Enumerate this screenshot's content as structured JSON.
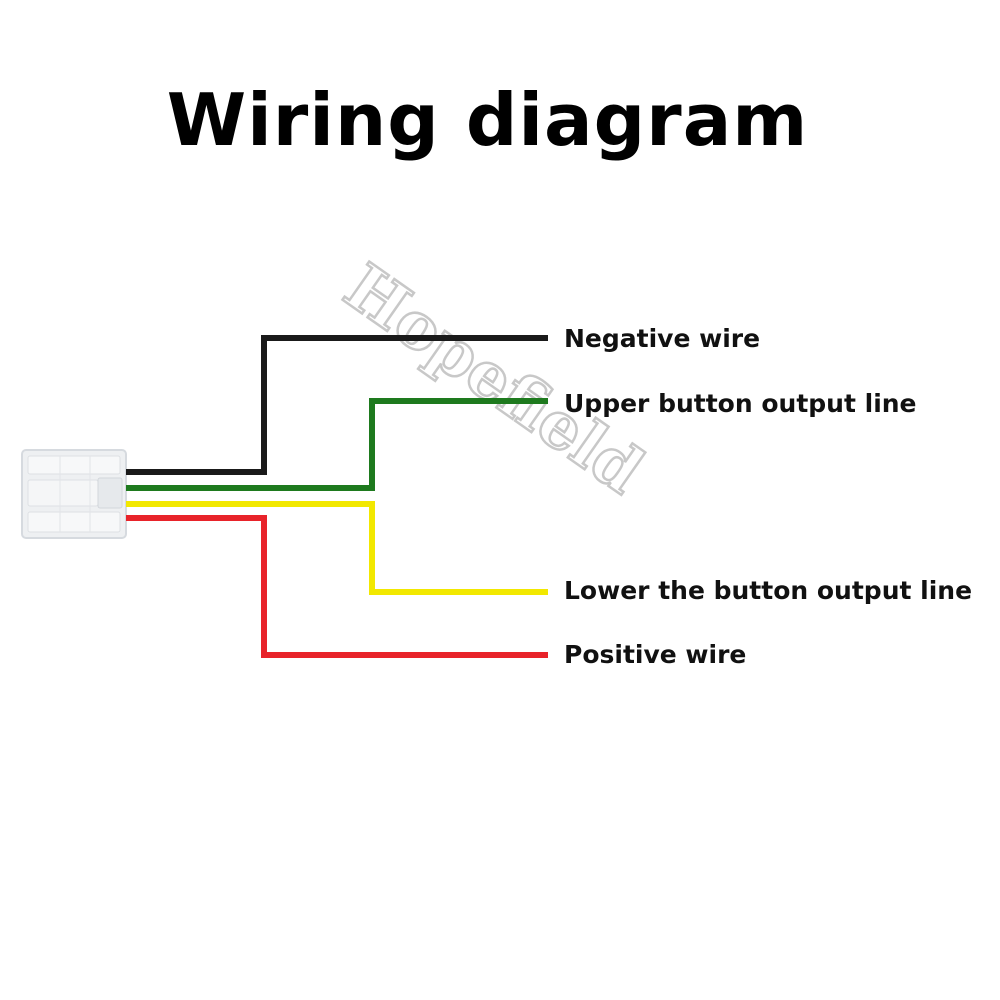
{
  "title": "Wiring diagram",
  "watermark": "Hopefield",
  "wires": [
    {
      "id": "black",
      "label": "Negative wire",
      "color": "#1a1a1a"
    },
    {
      "id": "green",
      "label": "Upper button output line",
      "color": "#1e7a1e"
    },
    {
      "id": "yellow",
      "label": "Lower the button output line",
      "color": "#f2e800"
    },
    {
      "id": "red",
      "label": "Positive wire",
      "color": "#e8232a"
    }
  ],
  "connector": {
    "color": "#eef0f2"
  }
}
